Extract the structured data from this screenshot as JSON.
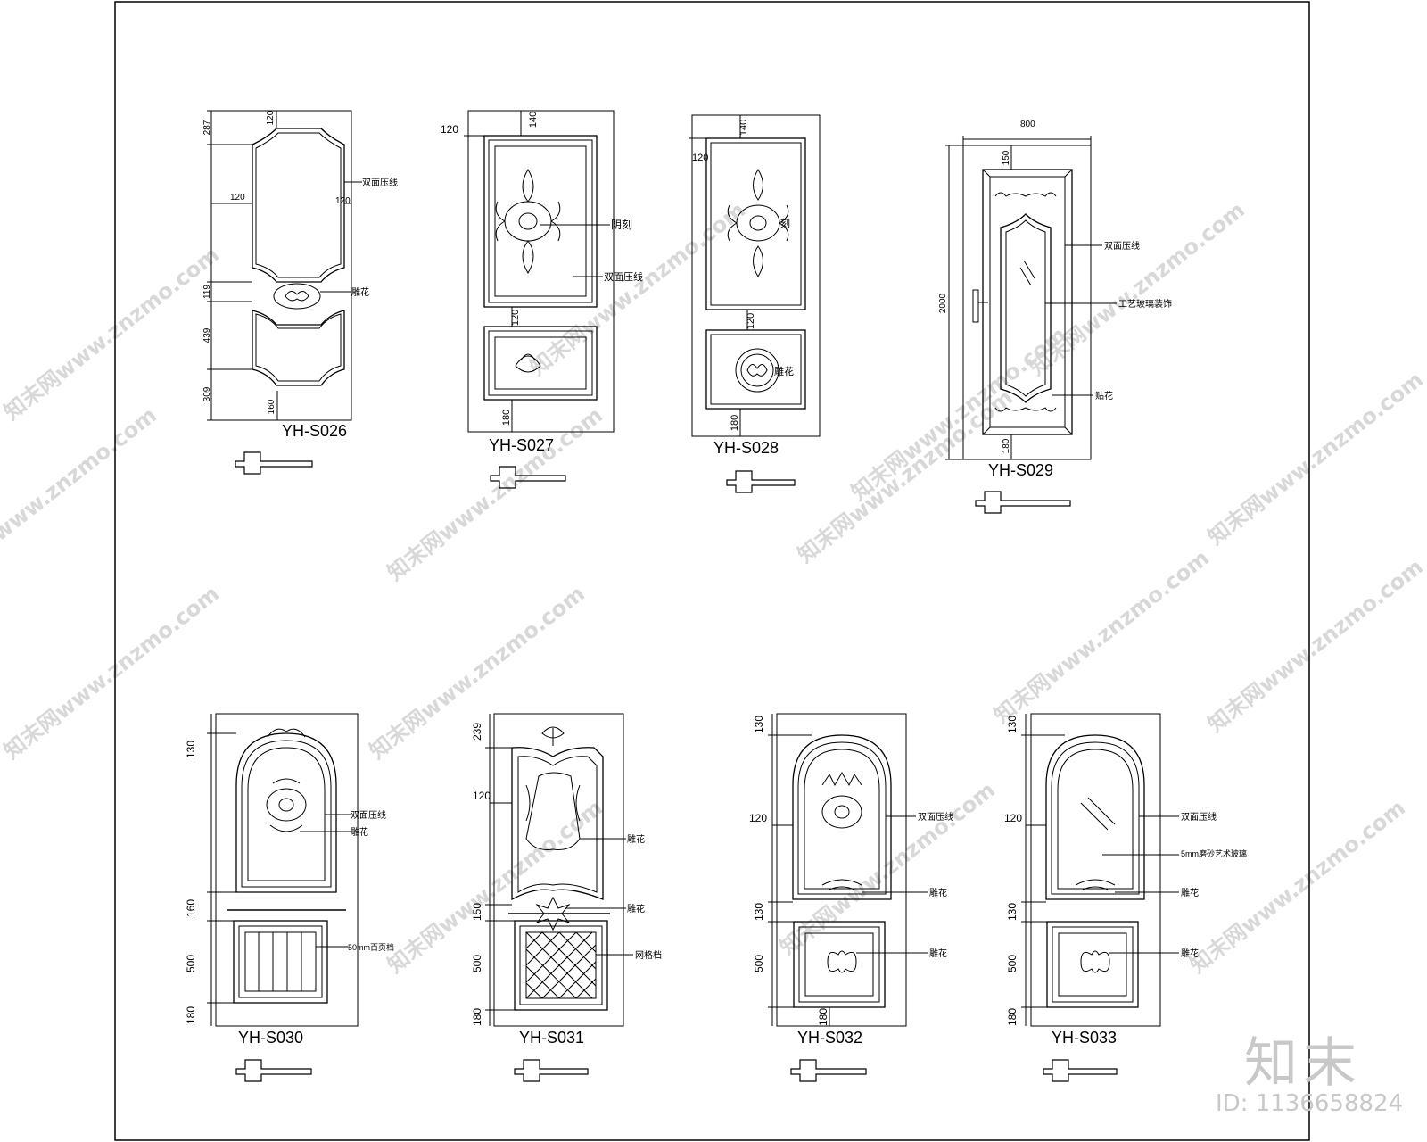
{
  "doors_top": [
    {
      "code": "YH-S026",
      "dims": [
        "287",
        "120",
        "120",
        "120",
        "119",
        "439",
        "309",
        "160"
      ],
      "notes": [
        "双面压线",
        "雕花"
      ]
    },
    {
      "code": "YH-S027",
      "dims": [
        "140",
        "120",
        "120",
        "180"
      ],
      "notes": [
        "阴刻",
        "双面压线"
      ]
    },
    {
      "code": "YH-S028",
      "dims": [
        "140",
        "120",
        "120",
        "180"
      ],
      "notes": [
        "刻",
        "雕花"
      ]
    },
    {
      "code": "YH-S029",
      "dims": [
        "800",
        "150",
        "2000",
        "180"
      ],
      "notes": [
        "双面压线",
        "工艺玻璃装饰",
        "贴花"
      ]
    }
  ],
  "doors_bottom": [
    {
      "code": "YH-S030",
      "dims": [
        "130",
        "160",
        "500",
        "180"
      ],
      "notes": [
        "双面压线",
        "雕花",
        "50mm百页档"
      ]
    },
    {
      "code": "YH-S031",
      "dims": [
        "239",
        "120",
        "150",
        "500",
        "180"
      ],
      "notes": [
        "雕花",
        "雕花",
        "网格档"
      ]
    },
    {
      "code": "YH-S032",
      "dims": [
        "130",
        "120",
        "130",
        "500",
        "180"
      ],
      "notes": [
        "双面压线",
        "雕花",
        "雕花"
      ]
    },
    {
      "code": "YH-S033",
      "dims": [
        "130",
        "120",
        "130",
        "500",
        "180"
      ],
      "notes": [
        "双面压线",
        "5mm磨砂艺术玻璃",
        "雕花",
        "雕花"
      ]
    }
  ],
  "watermark": "知末网www.znzmo.com",
  "brand": "知末",
  "image_id": "ID: 1136658824"
}
